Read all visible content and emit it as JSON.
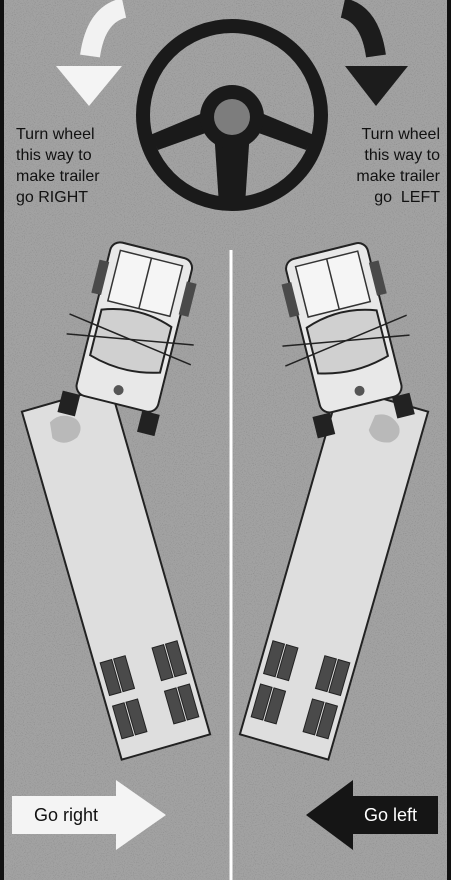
{
  "instructions": {
    "left": [
      "Turn wheel",
      "this way to",
      "make trailer",
      "go RIGHT"
    ],
    "right": [
      "Turn wheel",
      "this way to",
      "make trailer",
      "go  LEFT"
    ]
  },
  "arrows": {
    "go_right": "Go right",
    "go_left": "Go left"
  },
  "colors": {
    "road": "#a2a2a2",
    "steering_wheel": "#1a1a1a",
    "hub": "#7d7d7d",
    "left_turn_arrow": "#f2f2f2",
    "right_turn_arrow": "#1c1c1c",
    "trailer": "#dedede",
    "truck_cab": "#e8e8e8",
    "tires": "#4a4a4a",
    "center_line": "#ffffff"
  }
}
